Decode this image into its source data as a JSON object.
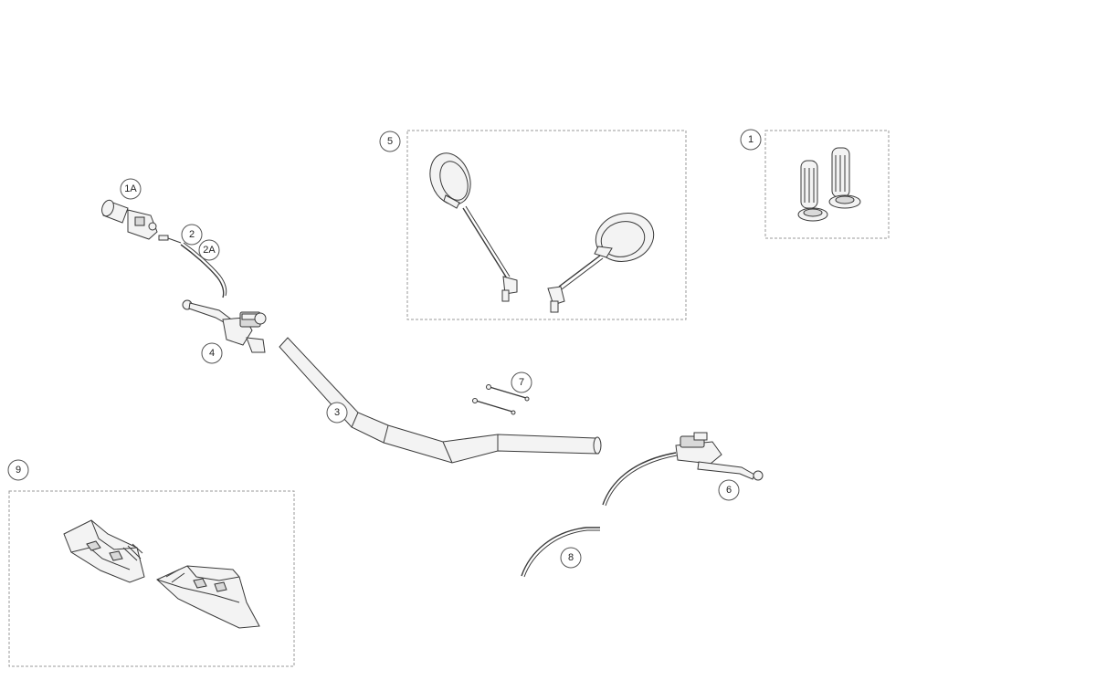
{
  "diagram": {
    "callouts": {
      "c1": "1",
      "c1a": "1A",
      "c2": "2",
      "c2a": "2A",
      "c3": "3",
      "c4": "4",
      "c5": "5",
      "c6": "6",
      "c7": "7",
      "c8": "8",
      "c9": "9"
    },
    "colors": {
      "outline": "#3a3a3a",
      "box_border": "#9a9a9a",
      "background": "#ffffff"
    }
  }
}
